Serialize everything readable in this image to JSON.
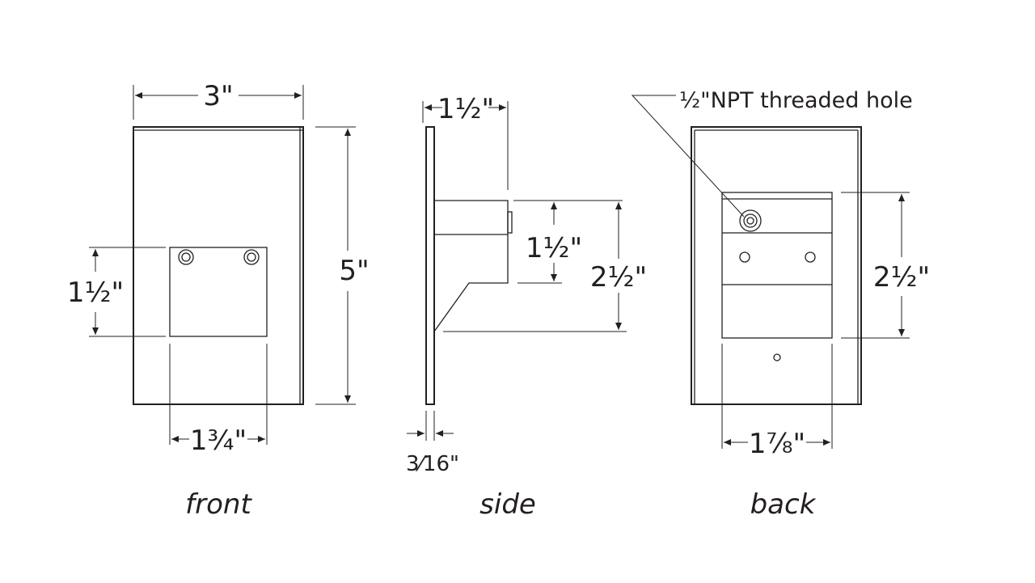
{
  "dimensions": {
    "front_width": "3\"",
    "front_height": "5\"",
    "front_box_height": "1½\"",
    "front_box_width": "1¾\"",
    "side_depth_top": "1½\"",
    "side_inner_height": "1½\"",
    "side_outer_height": "2½\"",
    "side_plate_thickness": "3⁄16\"",
    "back_box_height": "2½\"",
    "back_box_width": "1⅞\""
  },
  "callout": {
    "npt_hole": "½\"NPT threaded hole"
  },
  "views": {
    "front": "front",
    "side": "side",
    "back": "back"
  }
}
